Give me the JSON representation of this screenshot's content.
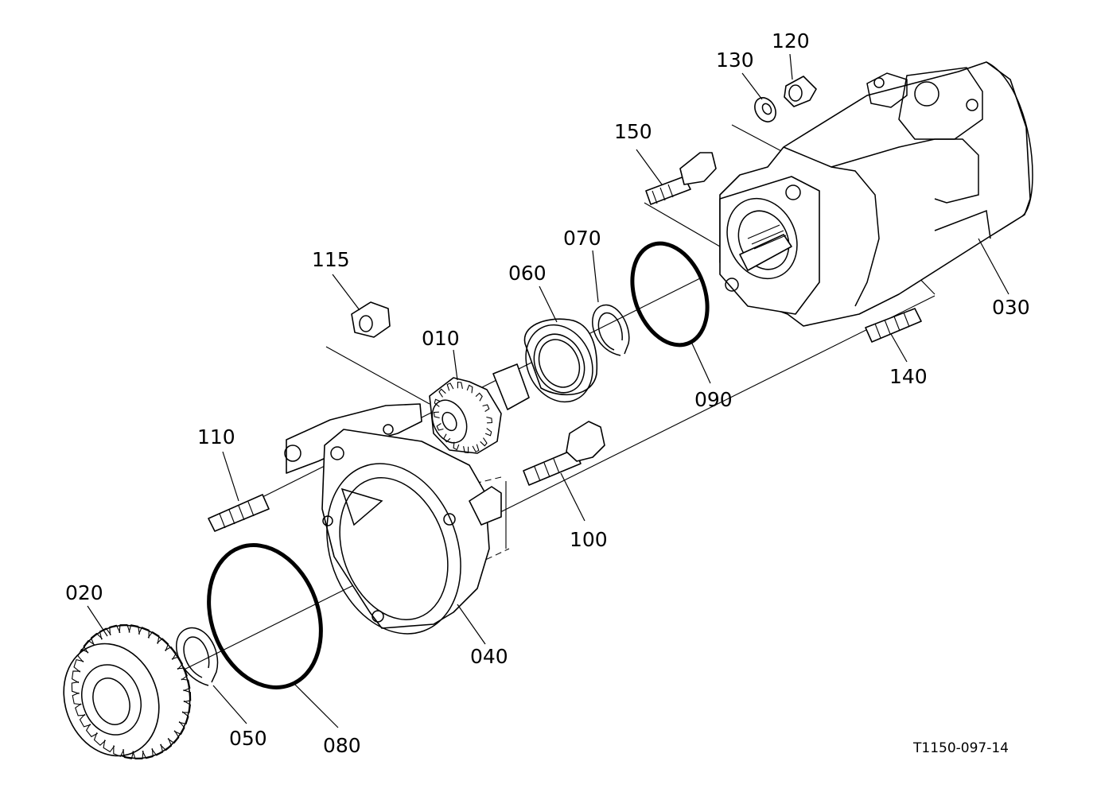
{
  "diagram": {
    "reference_code": "T1150-097-14",
    "parts": [
      {
        "key": "p010",
        "label": "010"
      },
      {
        "key": "p020",
        "label": "020"
      },
      {
        "key": "p030",
        "label": "030"
      },
      {
        "key": "p040",
        "label": "040"
      },
      {
        "key": "p050",
        "label": "050"
      },
      {
        "key": "p060",
        "label": "060"
      },
      {
        "key": "p070",
        "label": "070"
      },
      {
        "key": "p080",
        "label": "080"
      },
      {
        "key": "p090",
        "label": "090"
      },
      {
        "key": "p100",
        "label": "100"
      },
      {
        "key": "p110",
        "label": "110"
      },
      {
        "key": "p115",
        "label": "115"
      },
      {
        "key": "p120",
        "label": "120"
      },
      {
        "key": "p130",
        "label": "130"
      },
      {
        "key": "p140",
        "label": "140"
      },
      {
        "key": "p150",
        "label": "150"
      }
    ]
  }
}
